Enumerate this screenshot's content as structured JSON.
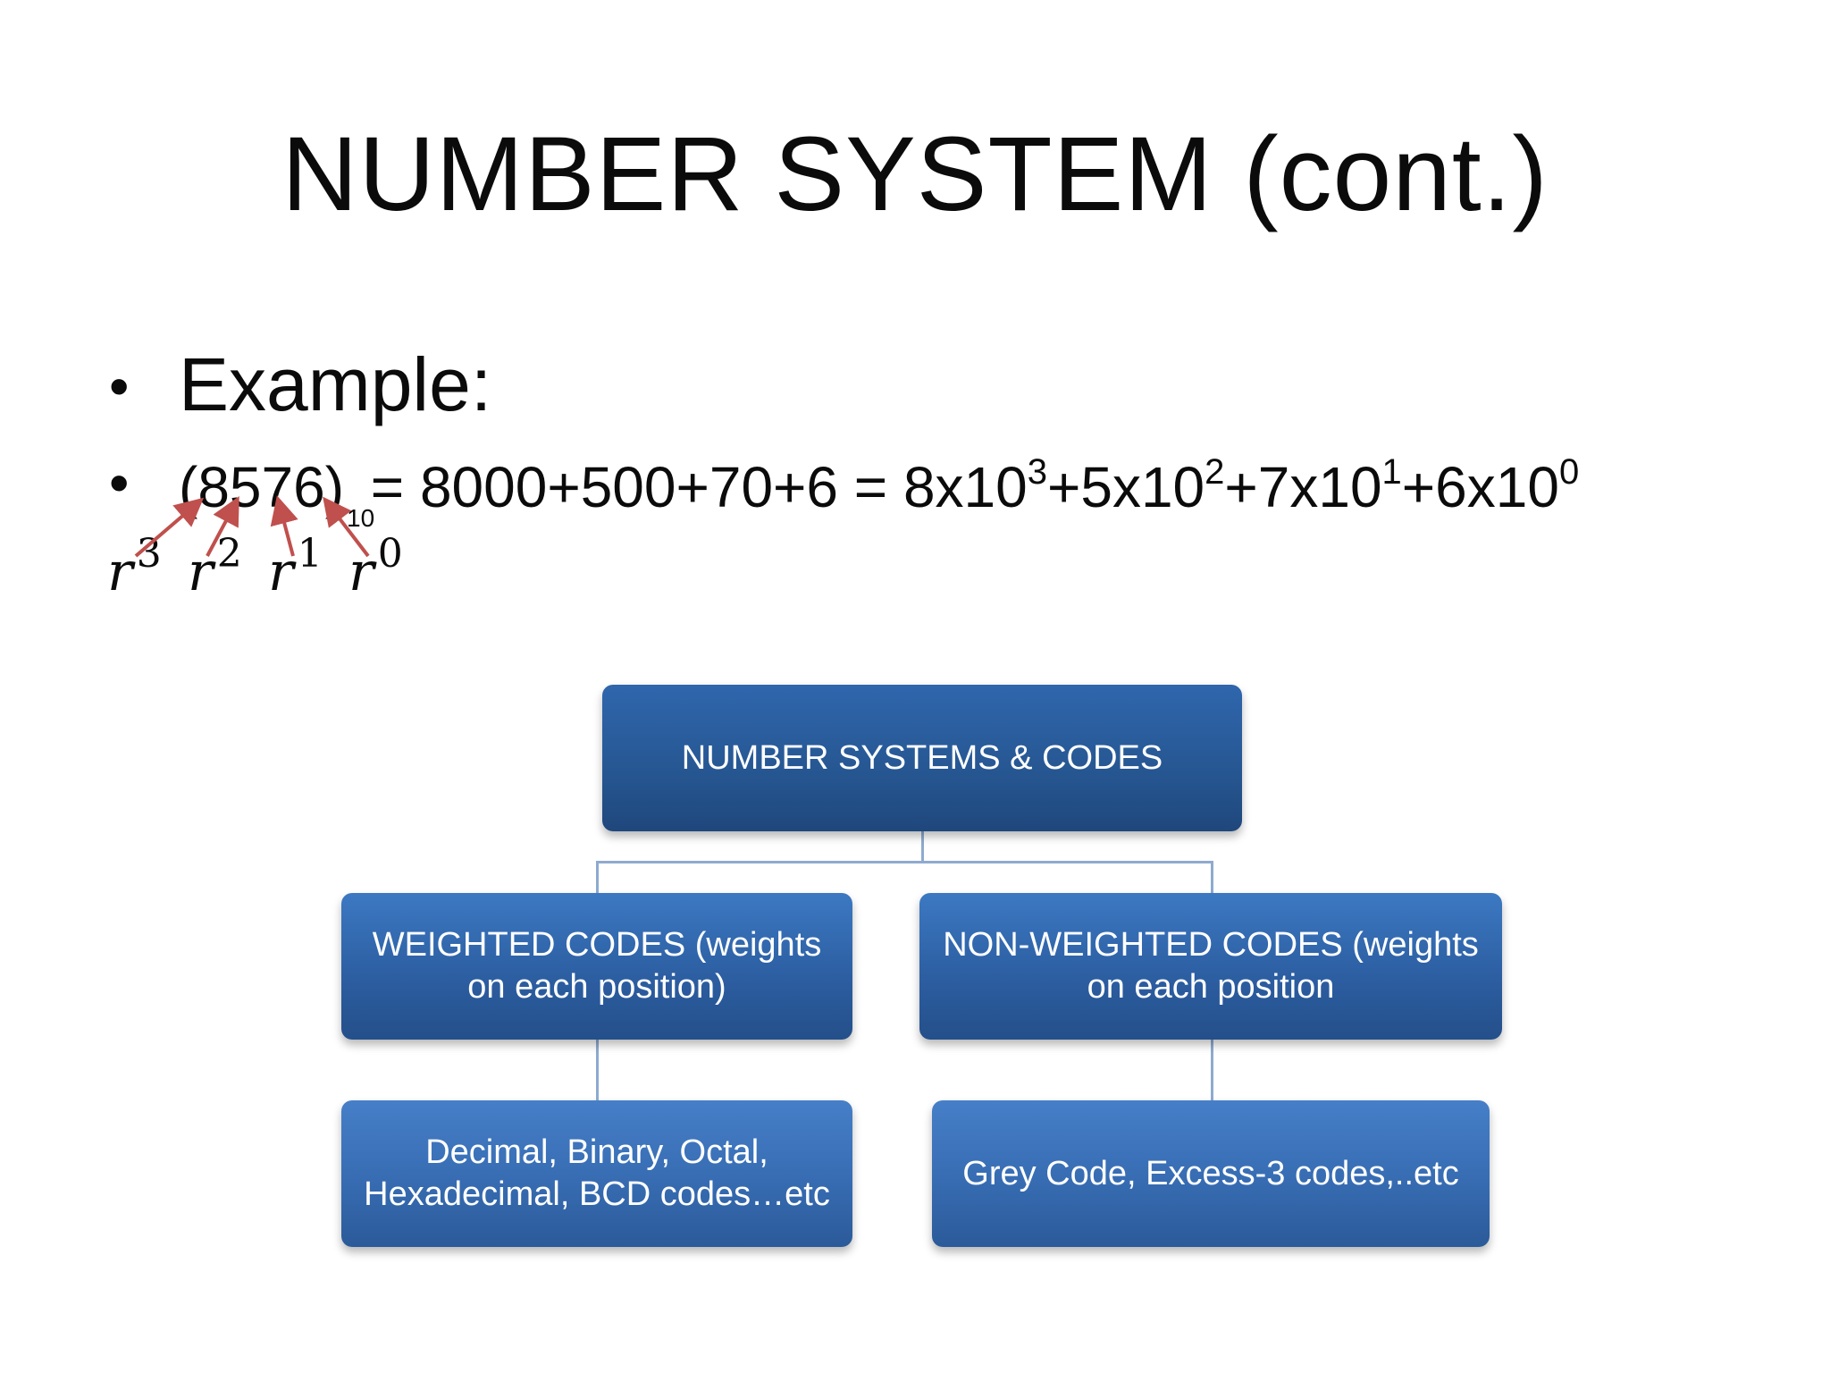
{
  "slide": {
    "title": "NUMBER SYSTEM (cont.)",
    "bullets": {
      "dot": "•",
      "example_label": "Example:",
      "equation": {
        "lhs": "(8576)",
        "base_subscript": "10",
        "rhs_expanded": " = 8000+500+70+6 = ",
        "terms": [
          {
            "coef": "8x10",
            "exp": "3",
            "sep": "+"
          },
          {
            "coef": "5x10",
            "exp": "2",
            "sep": "+"
          },
          {
            "coef": "7x10",
            "exp": "1",
            "sep": "+"
          },
          {
            "coef": "6x10",
            "exp": "0",
            "sep": ""
          }
        ]
      },
      "positional_weights": [
        {
          "base": "r",
          "exp": "3"
        },
        {
          "base": "r",
          "exp": "2"
        },
        {
          "base": "r",
          "exp": "1"
        },
        {
          "base": "r",
          "exp": "0"
        }
      ]
    },
    "arrow_color": "#c0504d",
    "tree": {
      "root": "NUMBER SYSTEMS & CODES",
      "left_branch": "WEIGHTED CODES (weights on each position)",
      "right_branch": "NON-WEIGHTED CODES (weights on each position",
      "left_leaf": "Decimal, Binary, Octal, Hexadecimal, BCD codes…etc",
      "right_leaf": "Grey Code, Excess-3 codes,..etc"
    },
    "colors": {
      "box_fill": "#2d5fa3",
      "box_text": "#ffffff",
      "connector": "#8eaad0"
    }
  }
}
